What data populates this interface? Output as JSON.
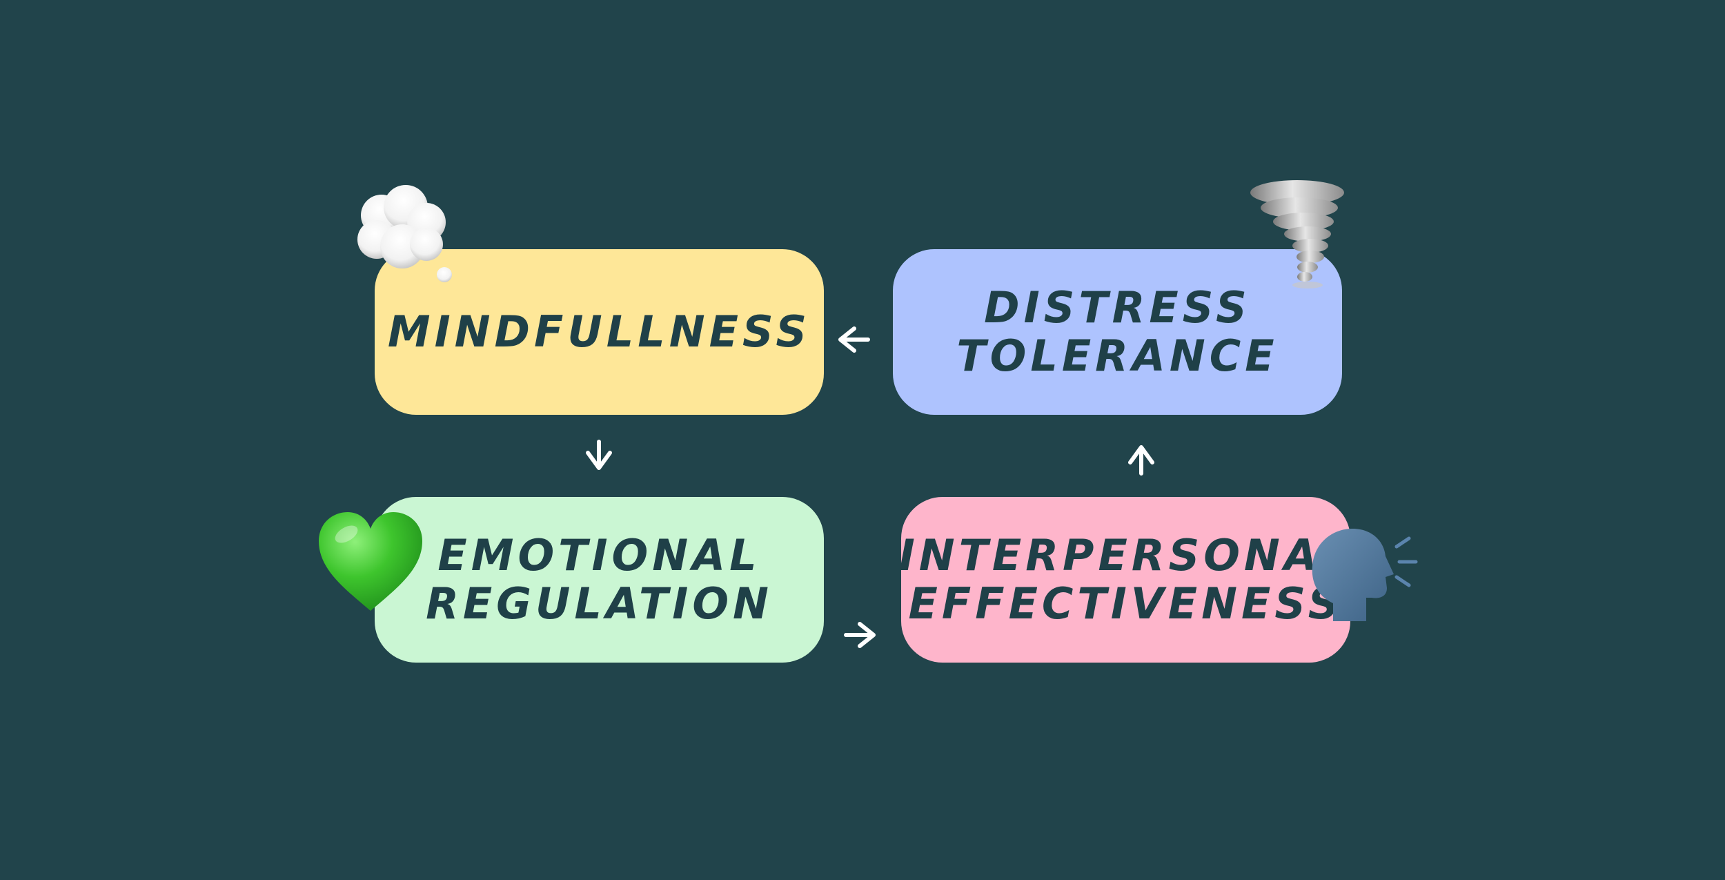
{
  "diagram": {
    "background": "#21444b",
    "text_color": "#1f4048",
    "nodes": [
      {
        "id": "mindfulness",
        "label": "MINDFULLNESS",
        "color": "#fee798",
        "icon": "thought-balloon-icon"
      },
      {
        "id": "distress",
        "label": "DISTRESS\nTOLERANCE",
        "color": "#aec3fe",
        "icon": "tornado-icon"
      },
      {
        "id": "emotional",
        "label": "EMOTIONAL\nREGULATION",
        "color": "#caf6d3",
        "icon": "green-heart-icon"
      },
      {
        "id": "interpersonal",
        "label": "INTERPERSONAL\nEFFECTIVENESS",
        "color": "#feb5cb",
        "icon": "speaking-head-icon"
      }
    ],
    "edges": [
      {
        "from": "mindfulness",
        "to": "emotional"
      },
      {
        "from": "emotional",
        "to": "interpersonal"
      },
      {
        "from": "interpersonal",
        "to": "distress"
      },
      {
        "from": "distress",
        "to": "mindfulness"
      }
    ],
    "arrow_color": "#ffffff"
  }
}
